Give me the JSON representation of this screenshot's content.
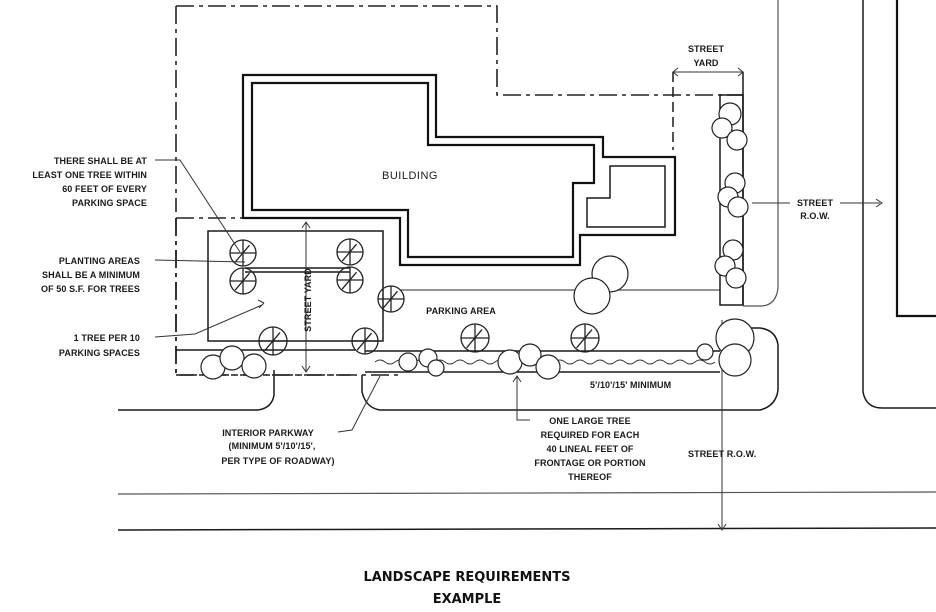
{
  "title": {
    "line1": "LANDSCAPE REQUIREMENTS",
    "line2": "EXAMPLE"
  },
  "labels": {
    "building": "BUILDING",
    "parking_area": "PARKING AREA",
    "street_yard_vertical": "STREET YARD",
    "street_yard_top": [
      "STREET",
      "YARD"
    ],
    "street_row_right": [
      "STREET",
      "R.O.W."
    ],
    "street_row_bottom": "STREET R.O.W.",
    "minimum_dim": "5'/10'/15' MINIMUM"
  },
  "callouts": {
    "tree_within_60ft": [
      "THERE SHALL BE AT",
      "LEAST ONE TREE WITHIN",
      "60 FEET OF EVERY",
      "PARKING SPACE"
    ],
    "planting_areas": [
      "PLANTING AREAS",
      "SHALL BE A MINIMUM",
      "OF 50 S.F. FOR TREES"
    ],
    "tree_per_10": [
      "1 TREE PER 10",
      "PARKING SPACES"
    ],
    "interior_parkway": [
      "INTERIOR PARKWAY",
      "(MINIMUM 5'/10'/15',",
      "PER TYPE OF ROADWAY)"
    ],
    "large_tree": [
      "ONE LARGE TREE",
      "REQUIRED FOR EACH",
      "40 LINEAL FEET OF",
      "FRONTAGE OR PORTION",
      "THEREOF"
    ]
  }
}
